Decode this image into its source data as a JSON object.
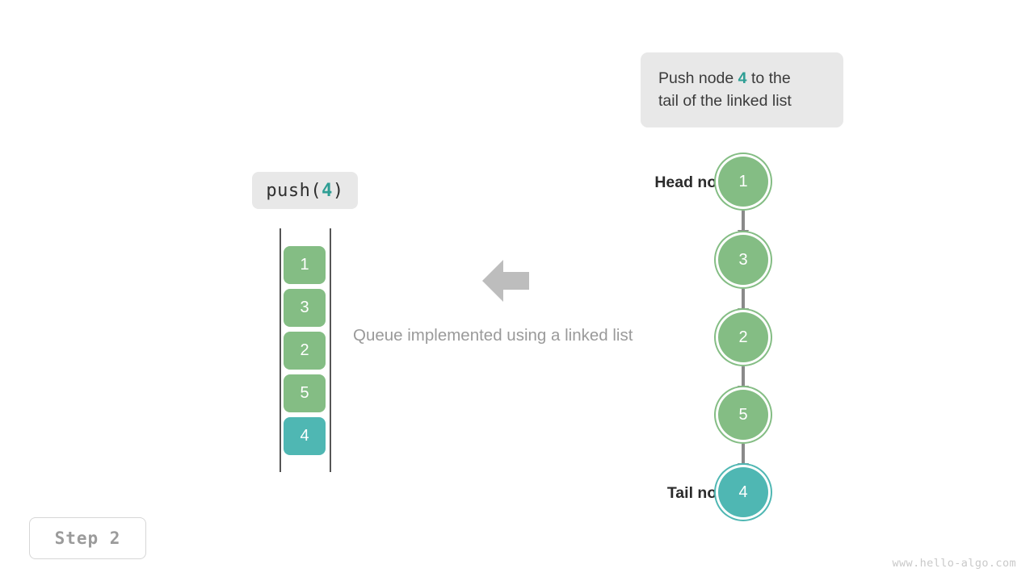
{
  "tooltip": {
    "line1_pre": "Push node ",
    "line1_accent": "4",
    "line1_post": " to the",
    "line2": "tail of the linked list"
  },
  "operation": {
    "call_pre": "push(",
    "call_accent": "4",
    "call_post": ")"
  },
  "array": {
    "cells": [
      {
        "value": "1",
        "color": "green"
      },
      {
        "value": "3",
        "color": "green"
      },
      {
        "value": "2",
        "color": "green"
      },
      {
        "value": "5",
        "color": "green"
      },
      {
        "value": "4",
        "color": "teal"
      }
    ]
  },
  "caption": "Queue implemented using a linked list",
  "linked_list": {
    "head_label": "Head node",
    "tail_label": "Tail node",
    "nodes": [
      {
        "value": "1",
        "color": "green"
      },
      {
        "value": "3",
        "color": "green"
      },
      {
        "value": "2",
        "color": "green"
      },
      {
        "value": "5",
        "color": "green"
      },
      {
        "value": "4",
        "color": "teal"
      }
    ]
  },
  "step_badge": "Step 2",
  "watermark": "www.hello-algo.com",
  "colors": {
    "green": "#84bd84",
    "teal": "#4fb7b3",
    "accent_text": "#2e9e94",
    "chip_bg": "#e8e8e8",
    "arrow_gray": "#8a8a8a",
    "caption_gray": "#9a9a9a"
  }
}
